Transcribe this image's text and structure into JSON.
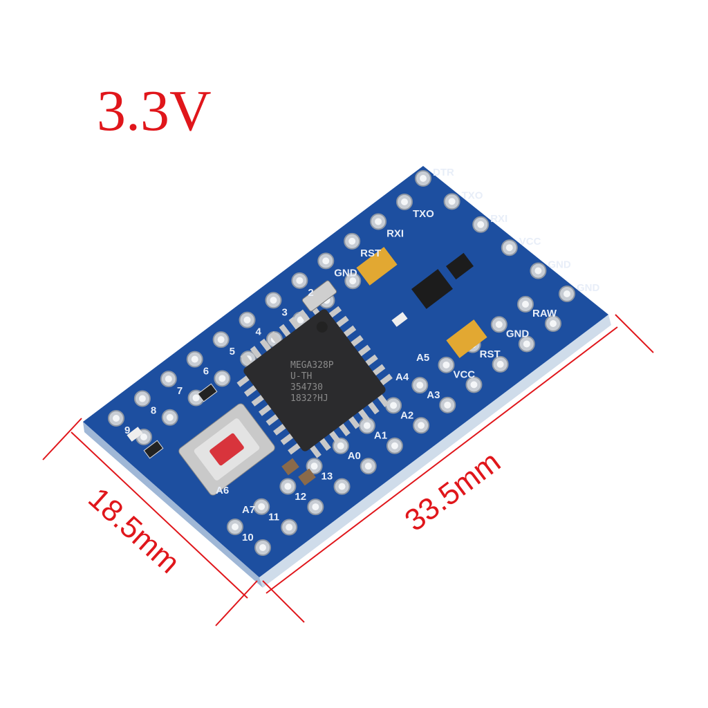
{
  "title": "3.3V",
  "dimensions": {
    "length": "33.5mm",
    "width": "18.5mm"
  },
  "chip_marking": [
    "MEGA328P",
    "U-TH",
    "354730",
    "1832?HJ"
  ],
  "colors": {
    "board": "#1d4fa0",
    "dimension": "#e0161b",
    "chip": "#2b2b2d",
    "button": "#d8343c"
  },
  "pins": {
    "left_row": [
      "9",
      "8",
      "7",
      "6",
      "5",
      "4",
      "3",
      "2",
      "GND",
      "RST",
      "RXI",
      "TXO"
    ],
    "header": [
      "DTR",
      "TXO",
      "RXI",
      "VCC",
      "GND",
      "GND"
    ],
    "right_row": [
      "RAW",
      "GND",
      "RST",
      "VCC",
      "A3",
      "A2",
      "A1",
      "A0",
      "13",
      "12",
      "11",
      "10"
    ],
    "inner": [
      "A4",
      "A5",
      "A6",
      "A7"
    ]
  }
}
